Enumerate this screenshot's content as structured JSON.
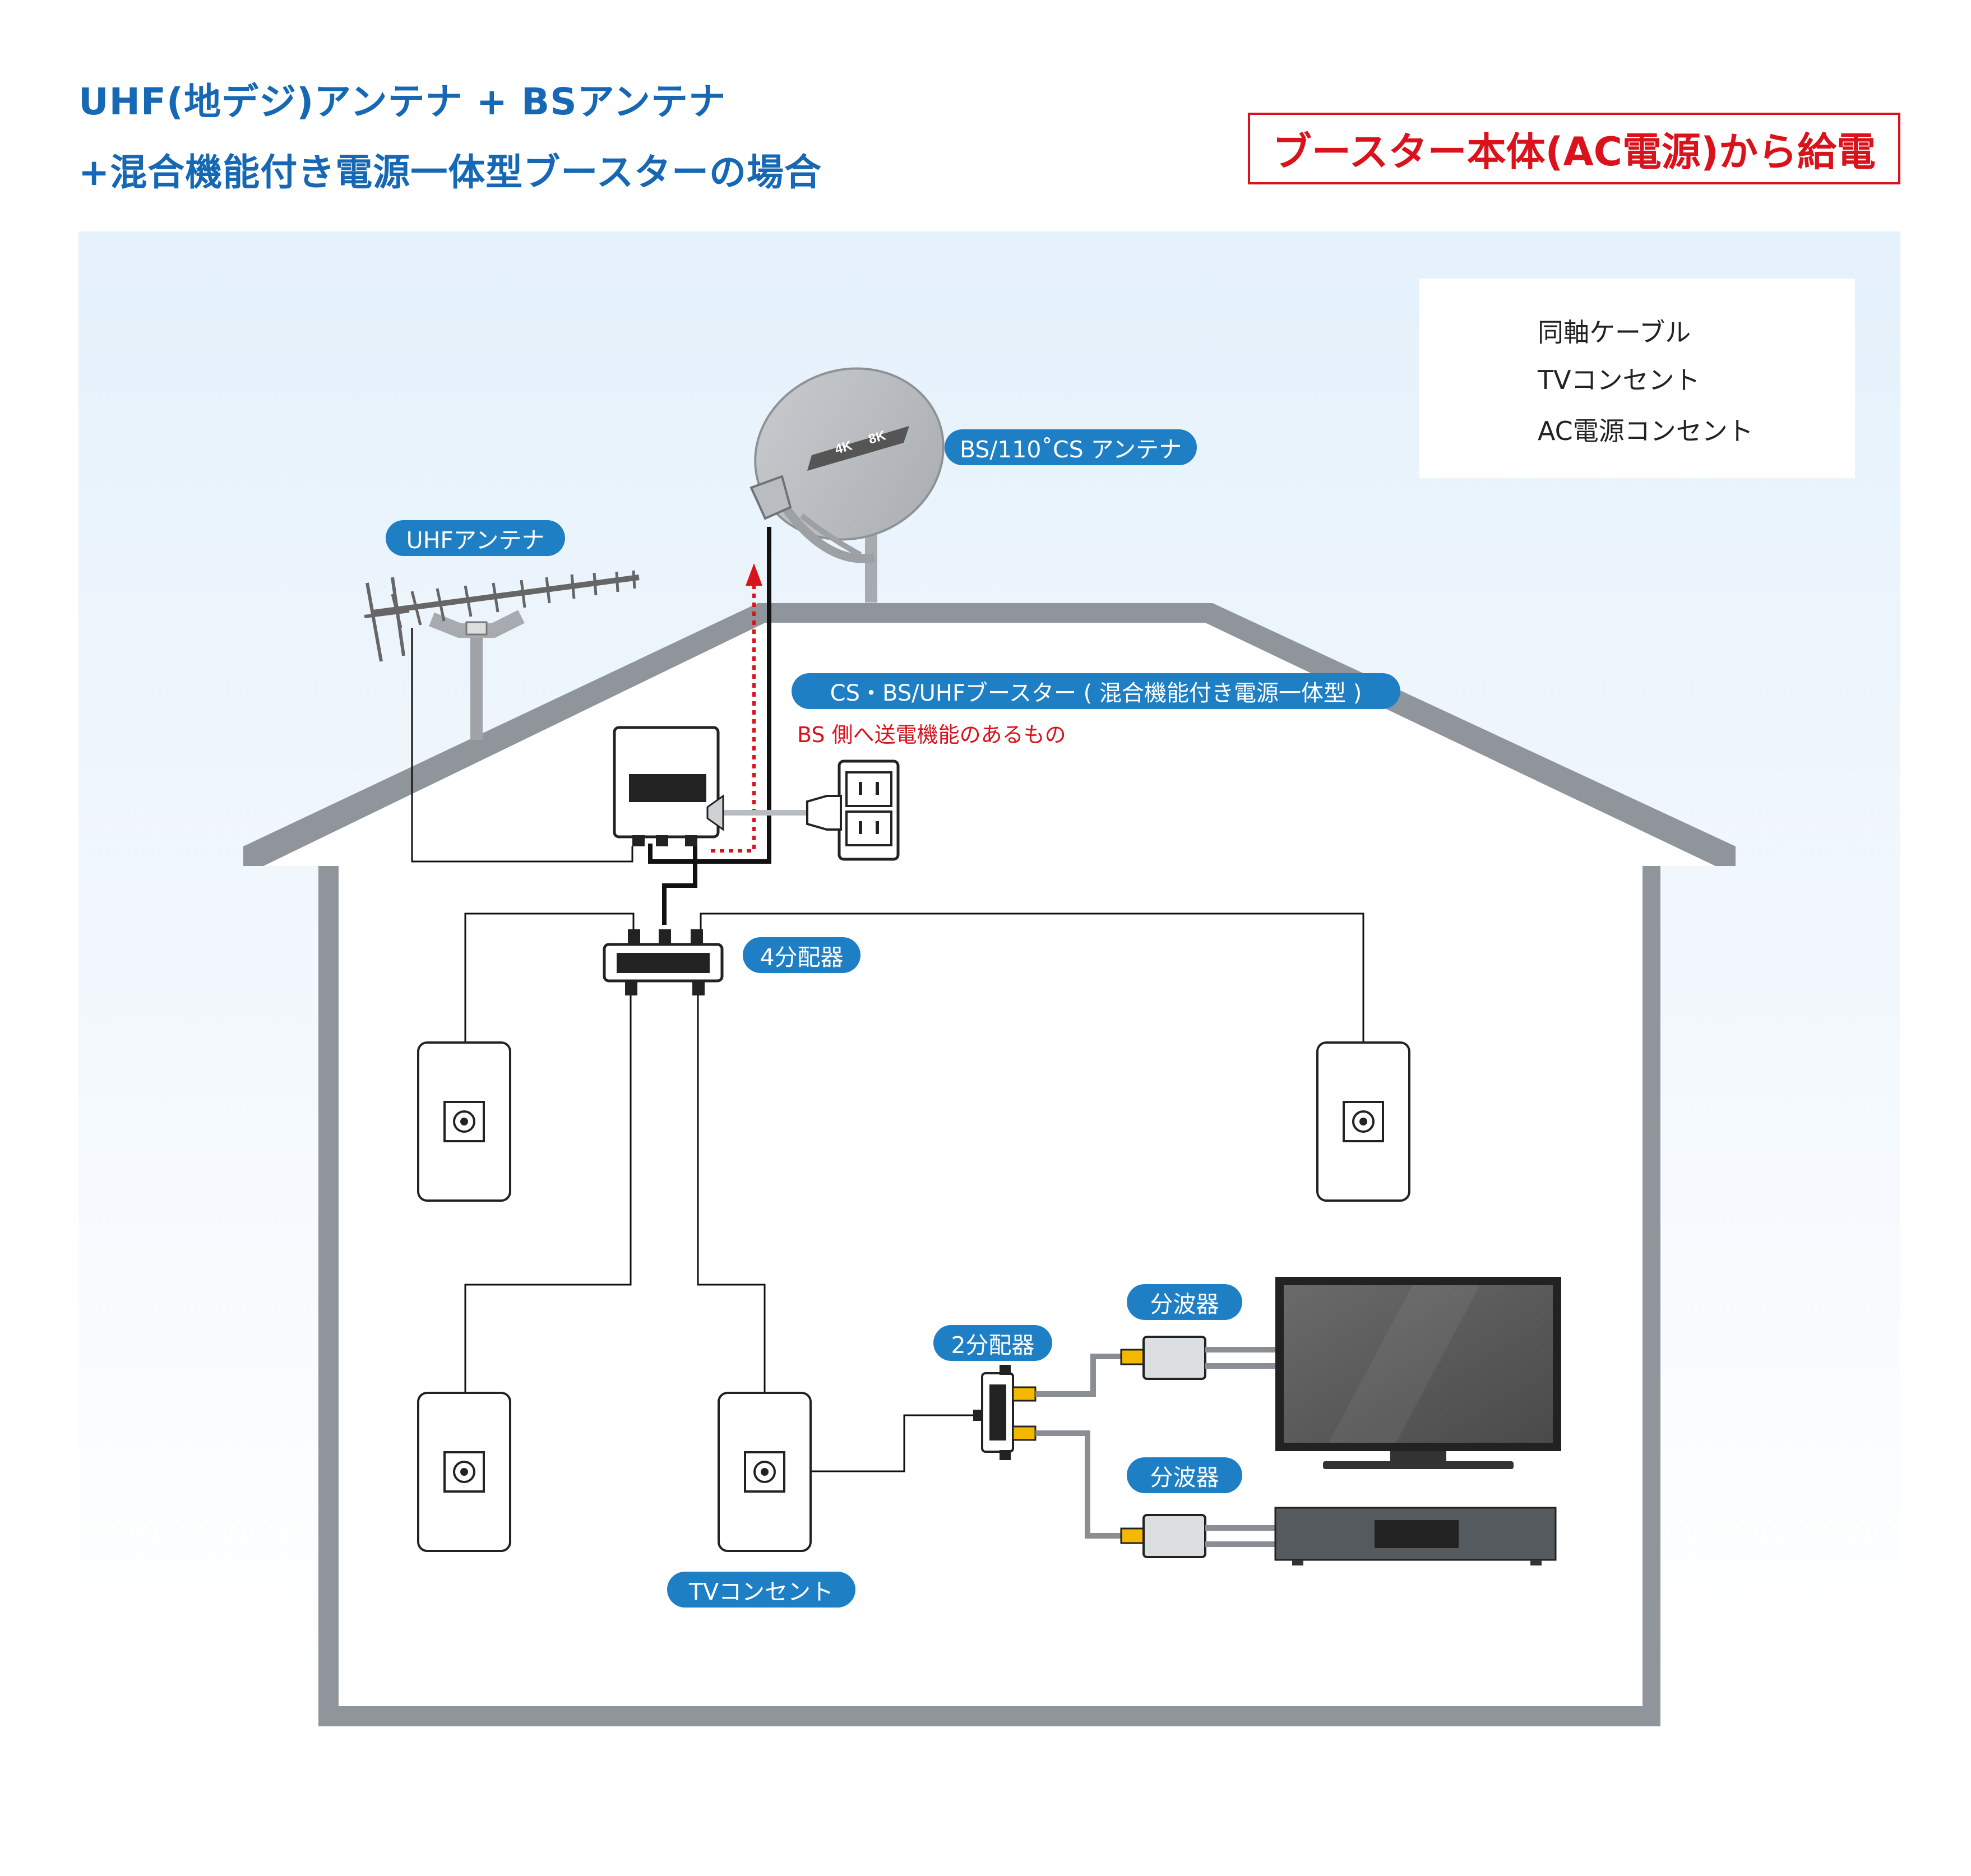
{
  "title": {
    "line1": "UHF(地デジ)アンテナ + BSアンテナ",
    "line2": "+混合機能付き電源一体型ブースターの場合"
  },
  "power_note": "ブースター本体(AC電源)から給電",
  "legend": {
    "items": [
      {
        "icon": "coax-cable-line-icon",
        "label": "同軸ケーブル"
      },
      {
        "icon": "tv-outlet-icon",
        "label": "TVコンセント"
      },
      {
        "icon": "ac-outlet-icon",
        "label": "AC電源コンセント"
      }
    ]
  },
  "labels": {
    "bs_antenna": "BS/110˚CS アンテナ",
    "uhf_antenna": "UHFアンテナ",
    "booster": "CS・BS/UHFブースター ( 混合機能付き電源一体型 )",
    "booster_note": "BS 側へ送電機能のあるもの",
    "splitter4": "4分配器",
    "splitter2": "2分配器",
    "diplexer_top": "分波器",
    "diplexer_bottom": "分波器",
    "tv_outlet": "TVコンセント"
  },
  "dish_badge": {
    "text1": "4K",
    "text2": "8K"
  },
  "colors": {
    "title_blue": "#1668b4",
    "pill_blue": "#1f7fc4",
    "accent_red": "#d9121b",
    "house_gray": "#8a9095",
    "sky_top": "#e6f2fb",
    "cable": "#111111",
    "connector_yellow": "#f5b800"
  }
}
